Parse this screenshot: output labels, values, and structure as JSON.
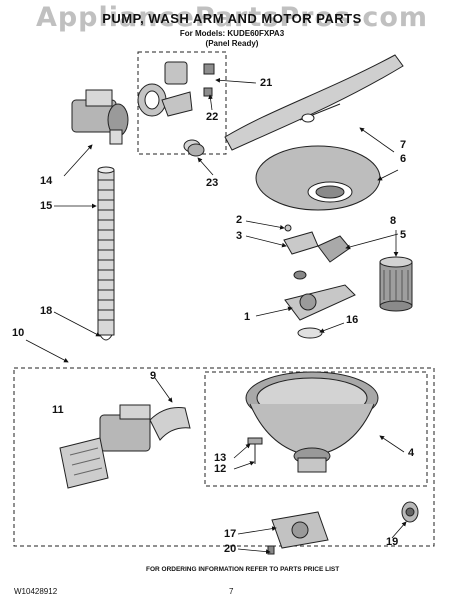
{
  "watermark": "AppliancePartsPros.com",
  "header": {
    "title": "PUMP, WASH ARM AND MOTOR PARTS",
    "models_line": "For Models: KUDE60FXPA3",
    "variant_line": "(Panel Ready)"
  },
  "callouts": {
    "c1": "1",
    "c2": "2",
    "c3": "3",
    "c4": "4",
    "c5": "5",
    "c6": "6",
    "c7": "7",
    "c8": "8",
    "c9": "9",
    "c10": "10",
    "c11": "11",
    "c12": "12",
    "c13": "13",
    "c14": "14",
    "c15": "15",
    "c16": "16",
    "c17": "17",
    "c18": "18",
    "c19": "19",
    "c20": "20",
    "c21": "21",
    "c22": "22",
    "c23": "23"
  },
  "footer": {
    "note": "FOR ORDERING INFORMATION REFER TO PARTS PRICE LIST",
    "doc_number": "W10428912",
    "page_number": "7"
  }
}
